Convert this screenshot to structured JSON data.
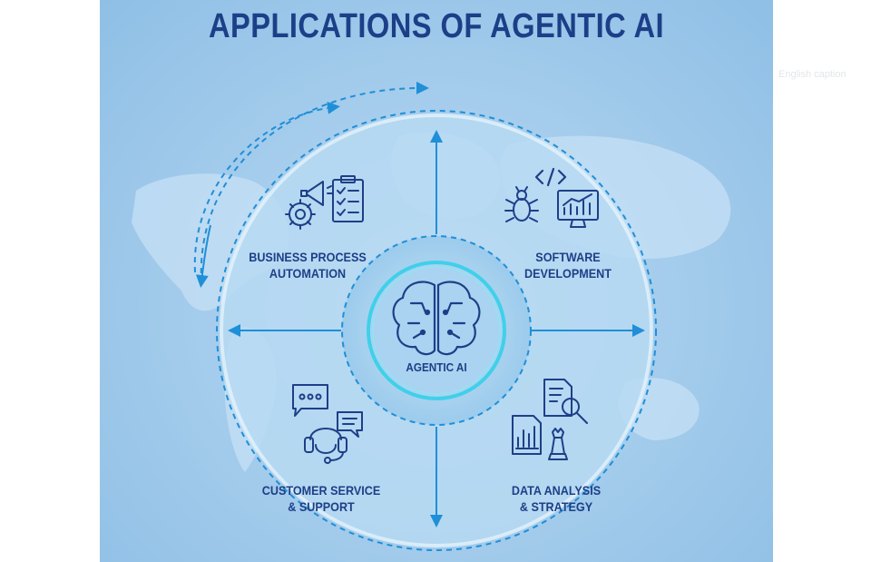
{
  "title": "APPLICATIONS OF AGENTIC AI",
  "corner_text": "English caption",
  "center": {
    "label": "AGENTIC AI",
    "icon": "brain-circuit-icon"
  },
  "quadrants": [
    {
      "line1": "BUSINESS PROCESS",
      "line2": "AUTOMATION",
      "icons": [
        "megaphone-gear-icon",
        "clipboard-checklist-icon"
      ]
    },
    {
      "line1": "SOFTWARE",
      "line2": "DEVELOPMENT",
      "icons": [
        "code-tag-icon",
        "bug-icon",
        "monitor-chart-icon"
      ]
    },
    {
      "line1": "CUSTOMER SERVICE",
      "line2": "& SUPPORT",
      "icons": [
        "chat-bubble-icon",
        "headset-icon"
      ]
    },
    {
      "line1": "DATA ANALYSIS",
      "line2": "& STRATEGY",
      "icons": [
        "document-magnifier-icon",
        "report-chart-icon",
        "chess-piece-icon"
      ]
    }
  ],
  "colors": {
    "background": "#a6cdec",
    "accent": "#1d3f88",
    "line": "#1f8fd8",
    "glow": "#3fd0ea"
  }
}
